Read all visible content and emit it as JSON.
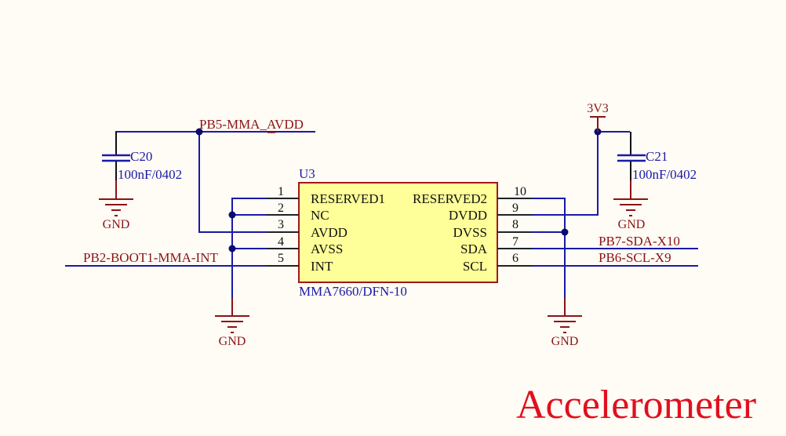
{
  "title": "Accelerometer",
  "component": {
    "designator": "U3",
    "part": "MMA7660/DFN-10",
    "body_color": "#ffff99",
    "border_color": "#a01818",
    "left_pins": [
      {
        "num": "1",
        "name": "RESERVED1"
      },
      {
        "num": "2",
        "name": "NC"
      },
      {
        "num": "3",
        "name": "AVDD"
      },
      {
        "num": "4",
        "name": "AVSS"
      },
      {
        "num": "5",
        "name": "INT"
      }
    ],
    "right_pins": [
      {
        "num": "10",
        "name": "RESERVED2"
      },
      {
        "num": "9",
        "name": "DVDD"
      },
      {
        "num": "8",
        "name": "DVSS"
      },
      {
        "num": "7",
        "name": "SDA"
      },
      {
        "num": "6",
        "name": "SCL"
      }
    ]
  },
  "capacitors": [
    {
      "designator": "C20",
      "value": "100nF/0402"
    },
    {
      "designator": "C21",
      "value": "100nF/0402"
    }
  ],
  "nets": {
    "avdd": "PB5-MMA_AVDD",
    "int": "PB2-BOOT1-MMA-INT",
    "sda": "PB7-SDA-X10",
    "scl": "PB6-SCL-X9"
  },
  "power": {
    "supply": "3V3",
    "ground": "GND"
  },
  "colors": {
    "wire": "#1a1aa6",
    "power": "#8b1414",
    "title": "#e0101e",
    "background": "#fffbf5"
  }
}
